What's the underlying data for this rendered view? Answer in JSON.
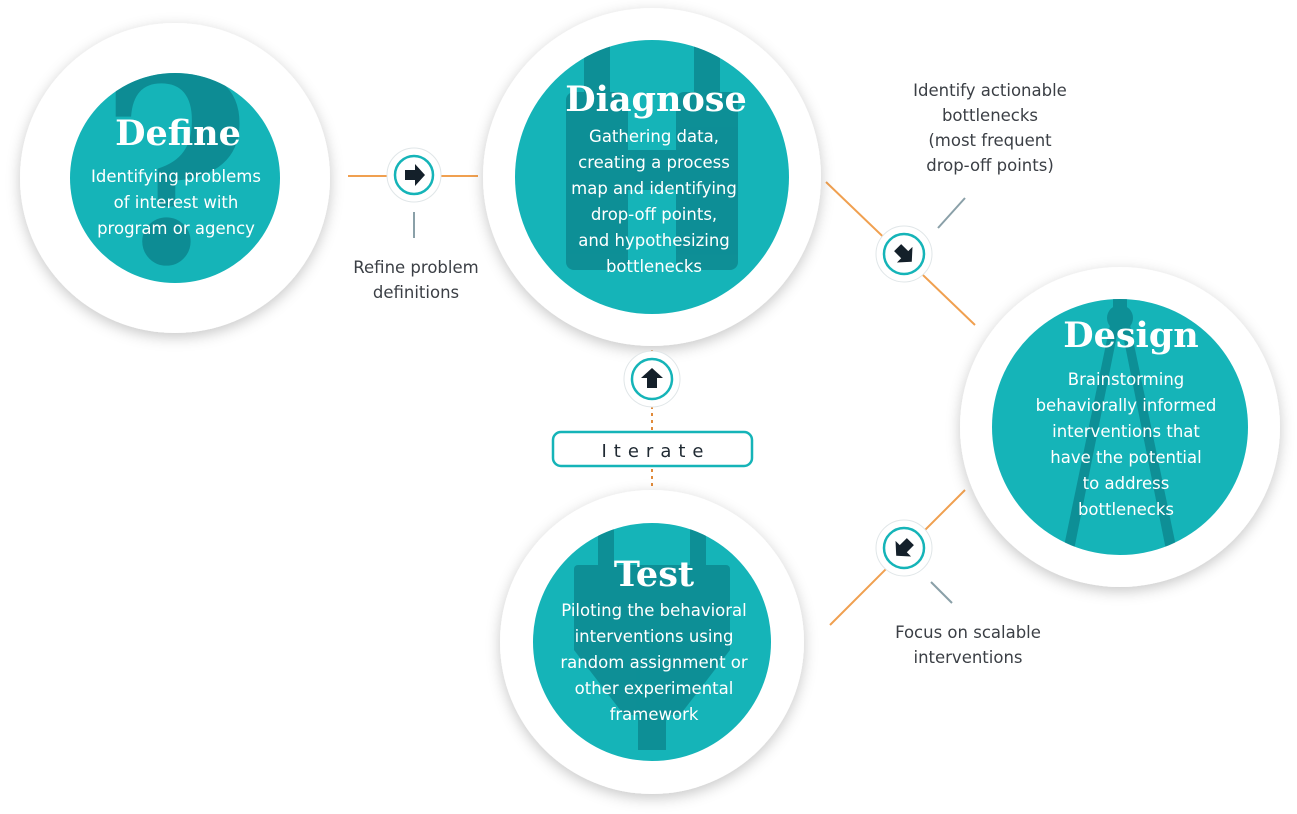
{
  "colors": {
    "teal": "#15b4b8",
    "teal_dark": "#0b7f88",
    "connector": "#f0a050",
    "leader": "#8aa0a8",
    "arrow": "#14202a"
  },
  "stages": {
    "define": {
      "title": "Define",
      "icon": "question-mark-icon",
      "lines": [
        "Identifying problems",
        "of interest with",
        "program or agency"
      ]
    },
    "diagnose": {
      "title": "Diagnose",
      "icon": "binoculars-icon",
      "lines": [
        "Gathering data,",
        "creating a process",
        "map and identifying",
        "drop-off points,",
        "and hypothesizing",
        "bottlenecks"
      ]
    },
    "design": {
      "title": "Design",
      "icon": "compass-icon",
      "lines": [
        "Brainstorming",
        "behaviorally informed",
        "interventions that",
        "have the potential",
        "to address",
        "bottlenecks"
      ]
    },
    "test": {
      "title": "Test",
      "icon": "plug-icon",
      "lines": [
        "Piloting the behavioral",
        "interventions using",
        "random assignment or",
        "other experimental",
        "framework"
      ]
    }
  },
  "notes": {
    "refine": [
      "Refine problem",
      "definitions"
    ],
    "actionable": [
      "Identify actionable",
      "bottlenecks",
      "(most frequent",
      "drop-off points)"
    ],
    "scalable": [
      "Focus on scalable",
      "interventions"
    ]
  },
  "iterate_label": "Iterate"
}
